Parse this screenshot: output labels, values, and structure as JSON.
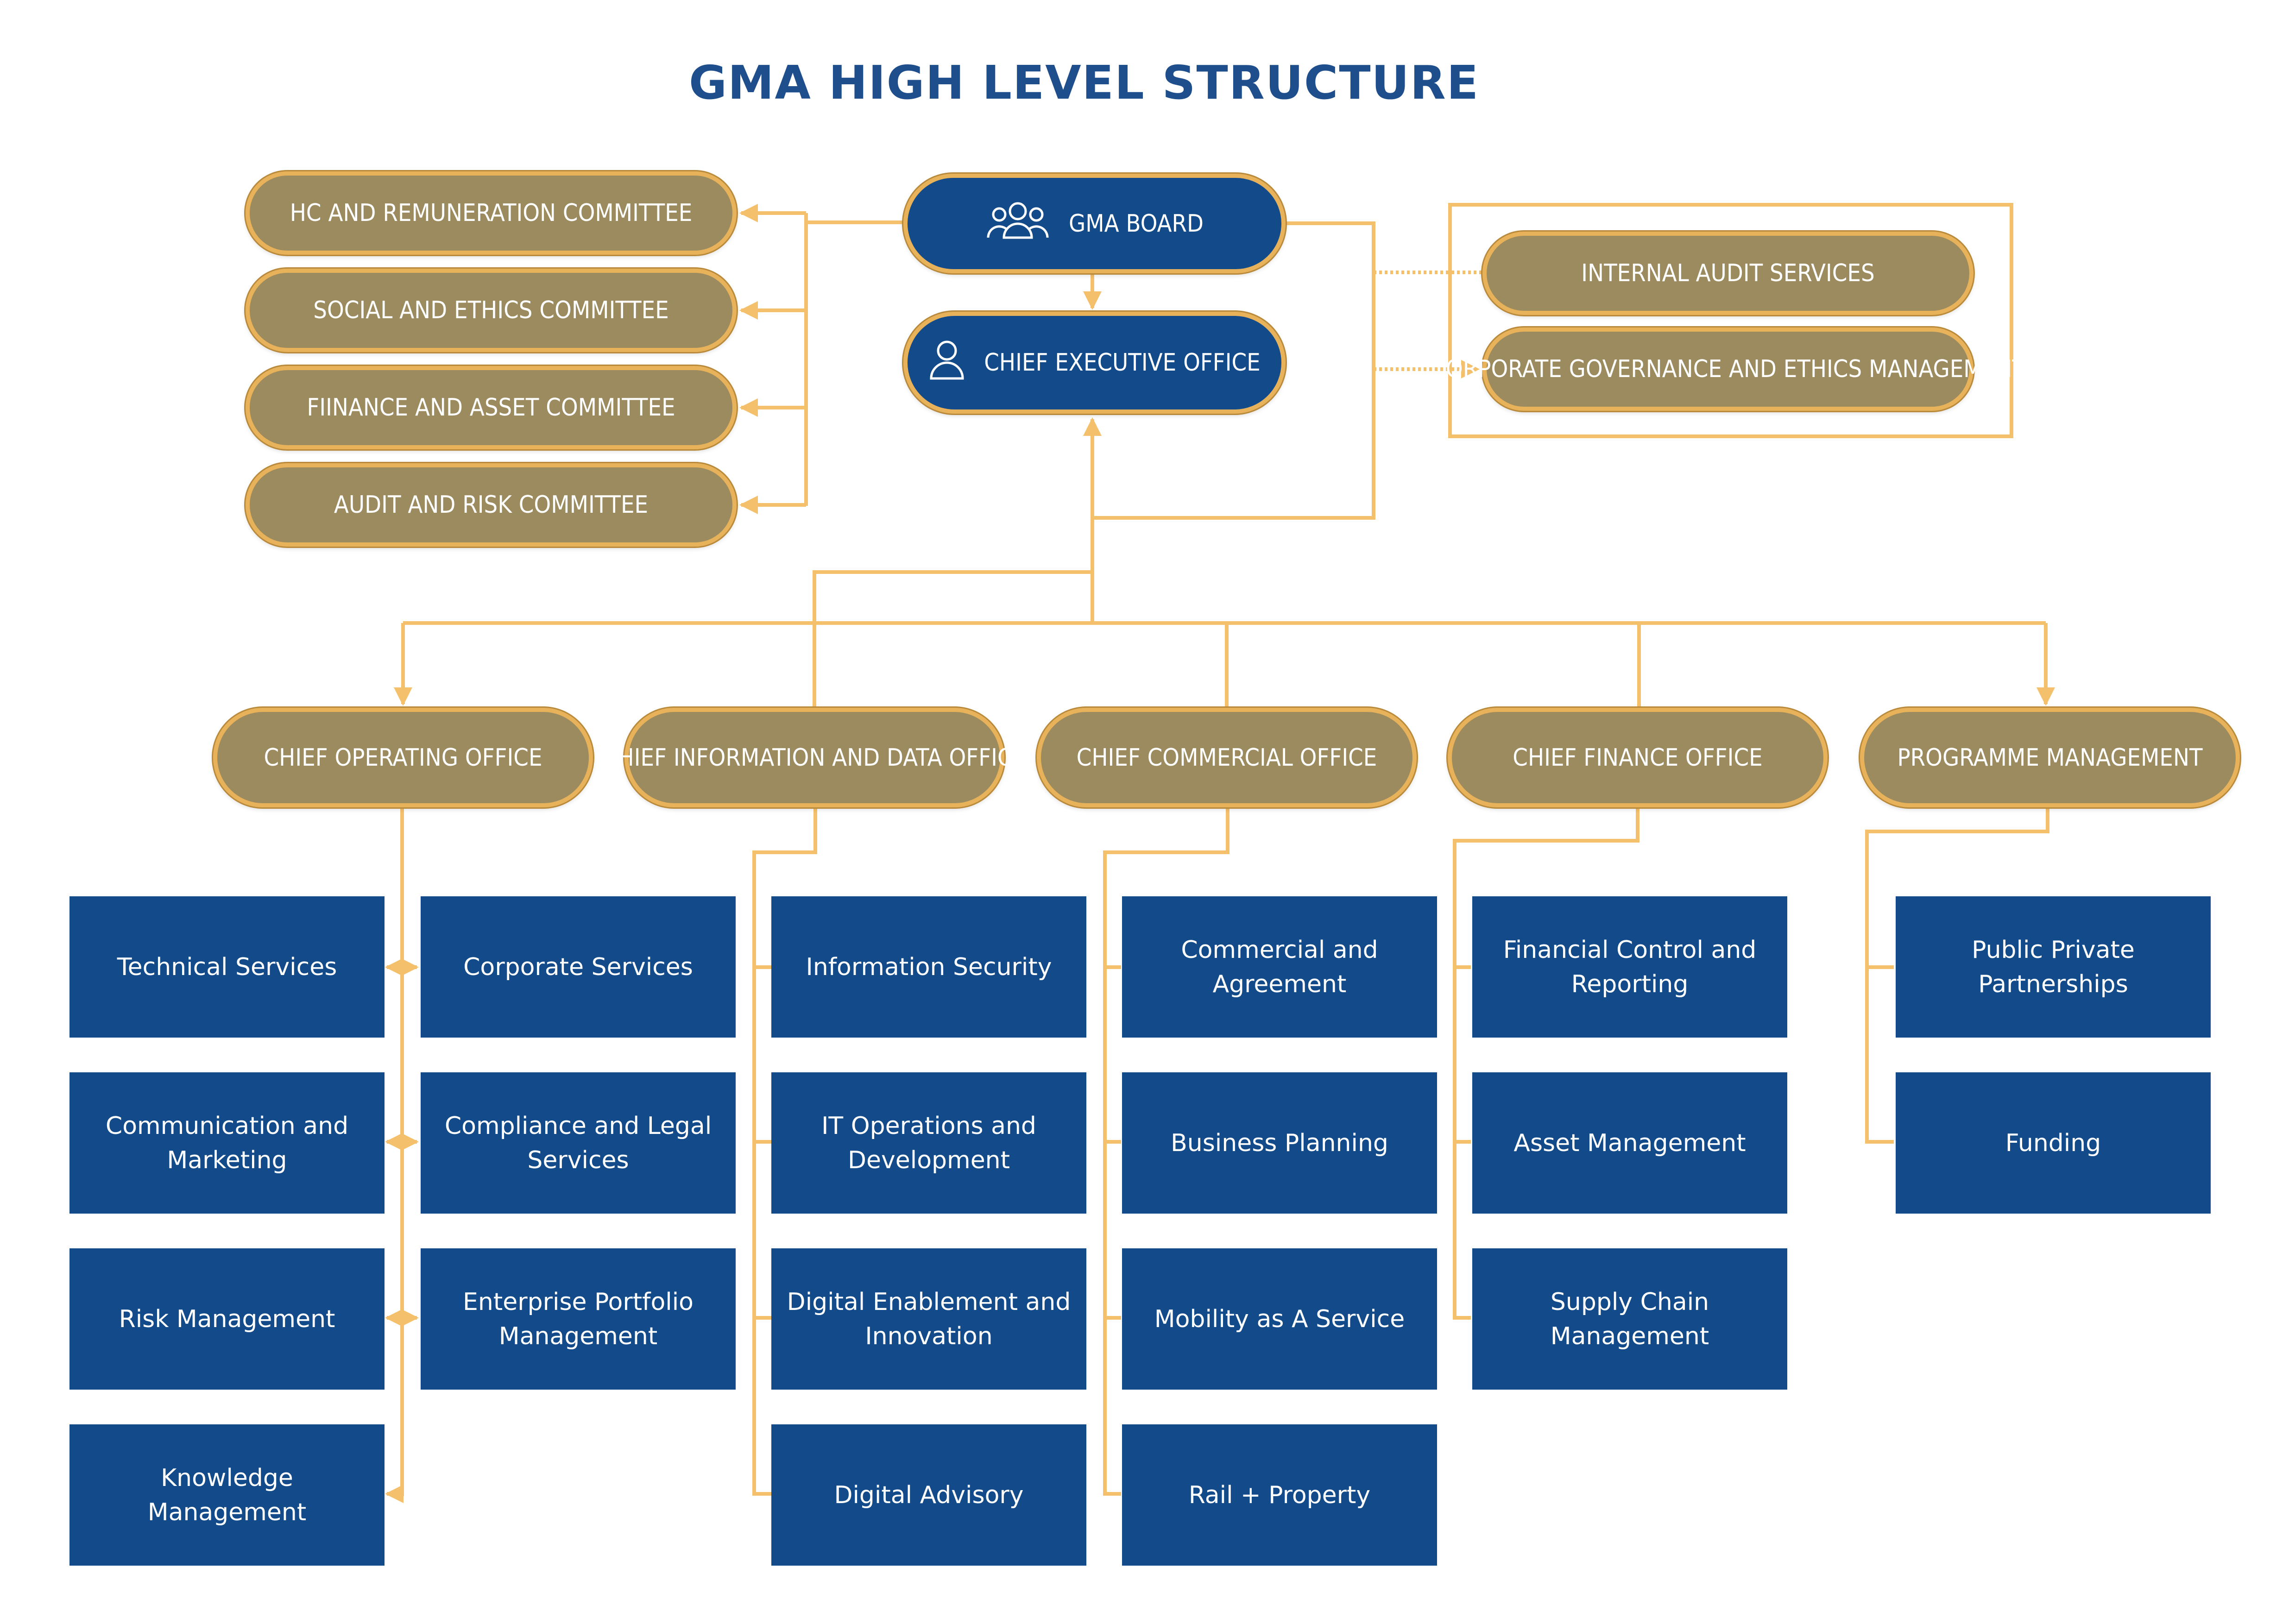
{
  "title": "GMA HIGH LEVEL STRUCTURE",
  "colors": {
    "gold": "#9b8b5e",
    "blue": "#124a8a",
    "connector": "#f5c06c",
    "title": "#1f4e8c"
  },
  "board": {
    "label": "GMA BOARD",
    "icon": "group-icon"
  },
  "ceo": {
    "label": "CHIEF EXECUTIVE OFFICE",
    "icon": "person-icon"
  },
  "committees": [
    "HC AND REMUNERATION COMMITTEE",
    "SOCIAL AND ETHICS COMMITTEE",
    "FIINANCE AND ASSET COMMITTEE",
    "AUDIT AND RISK COMMITTEE"
  ],
  "governance": [
    "INTERNAL AUDIT SERVICES",
    "CORPORATE GOVERNANCE AND ETHICS MANAGEMENT"
  ],
  "offices": [
    "CHIEF OPERATING OFFICE",
    "CHIEF INFORMATION AND DATA OFFICE",
    "CHIEF COMMERCIAL OFFICE",
    "CHIEF FINANCE OFFICE",
    "PROGRAMME MANAGEMENT"
  ],
  "units": {
    "operating_left": [
      "Technical Services",
      "Communication and Marketing",
      "Risk Management",
      "Knowledge Management"
    ],
    "operating_right": [
      "Corporate Services",
      "Compliance and Legal Services",
      "Enterprise Portfolio Management"
    ],
    "information": [
      "Information Security",
      "IT Operations and Development",
      "Digital Enablement and Innovation",
      "Digital Advisory"
    ],
    "commercial": [
      "Commercial and Agreement",
      "Business Planning",
      "Mobility as A Service",
      "Rail + Property"
    ],
    "finance": [
      "Financial Control and Reporting",
      "Asset Management",
      "Supply Chain Management"
    ],
    "programme": [
      "Public Private Partnerships",
      "Funding"
    ]
  }
}
